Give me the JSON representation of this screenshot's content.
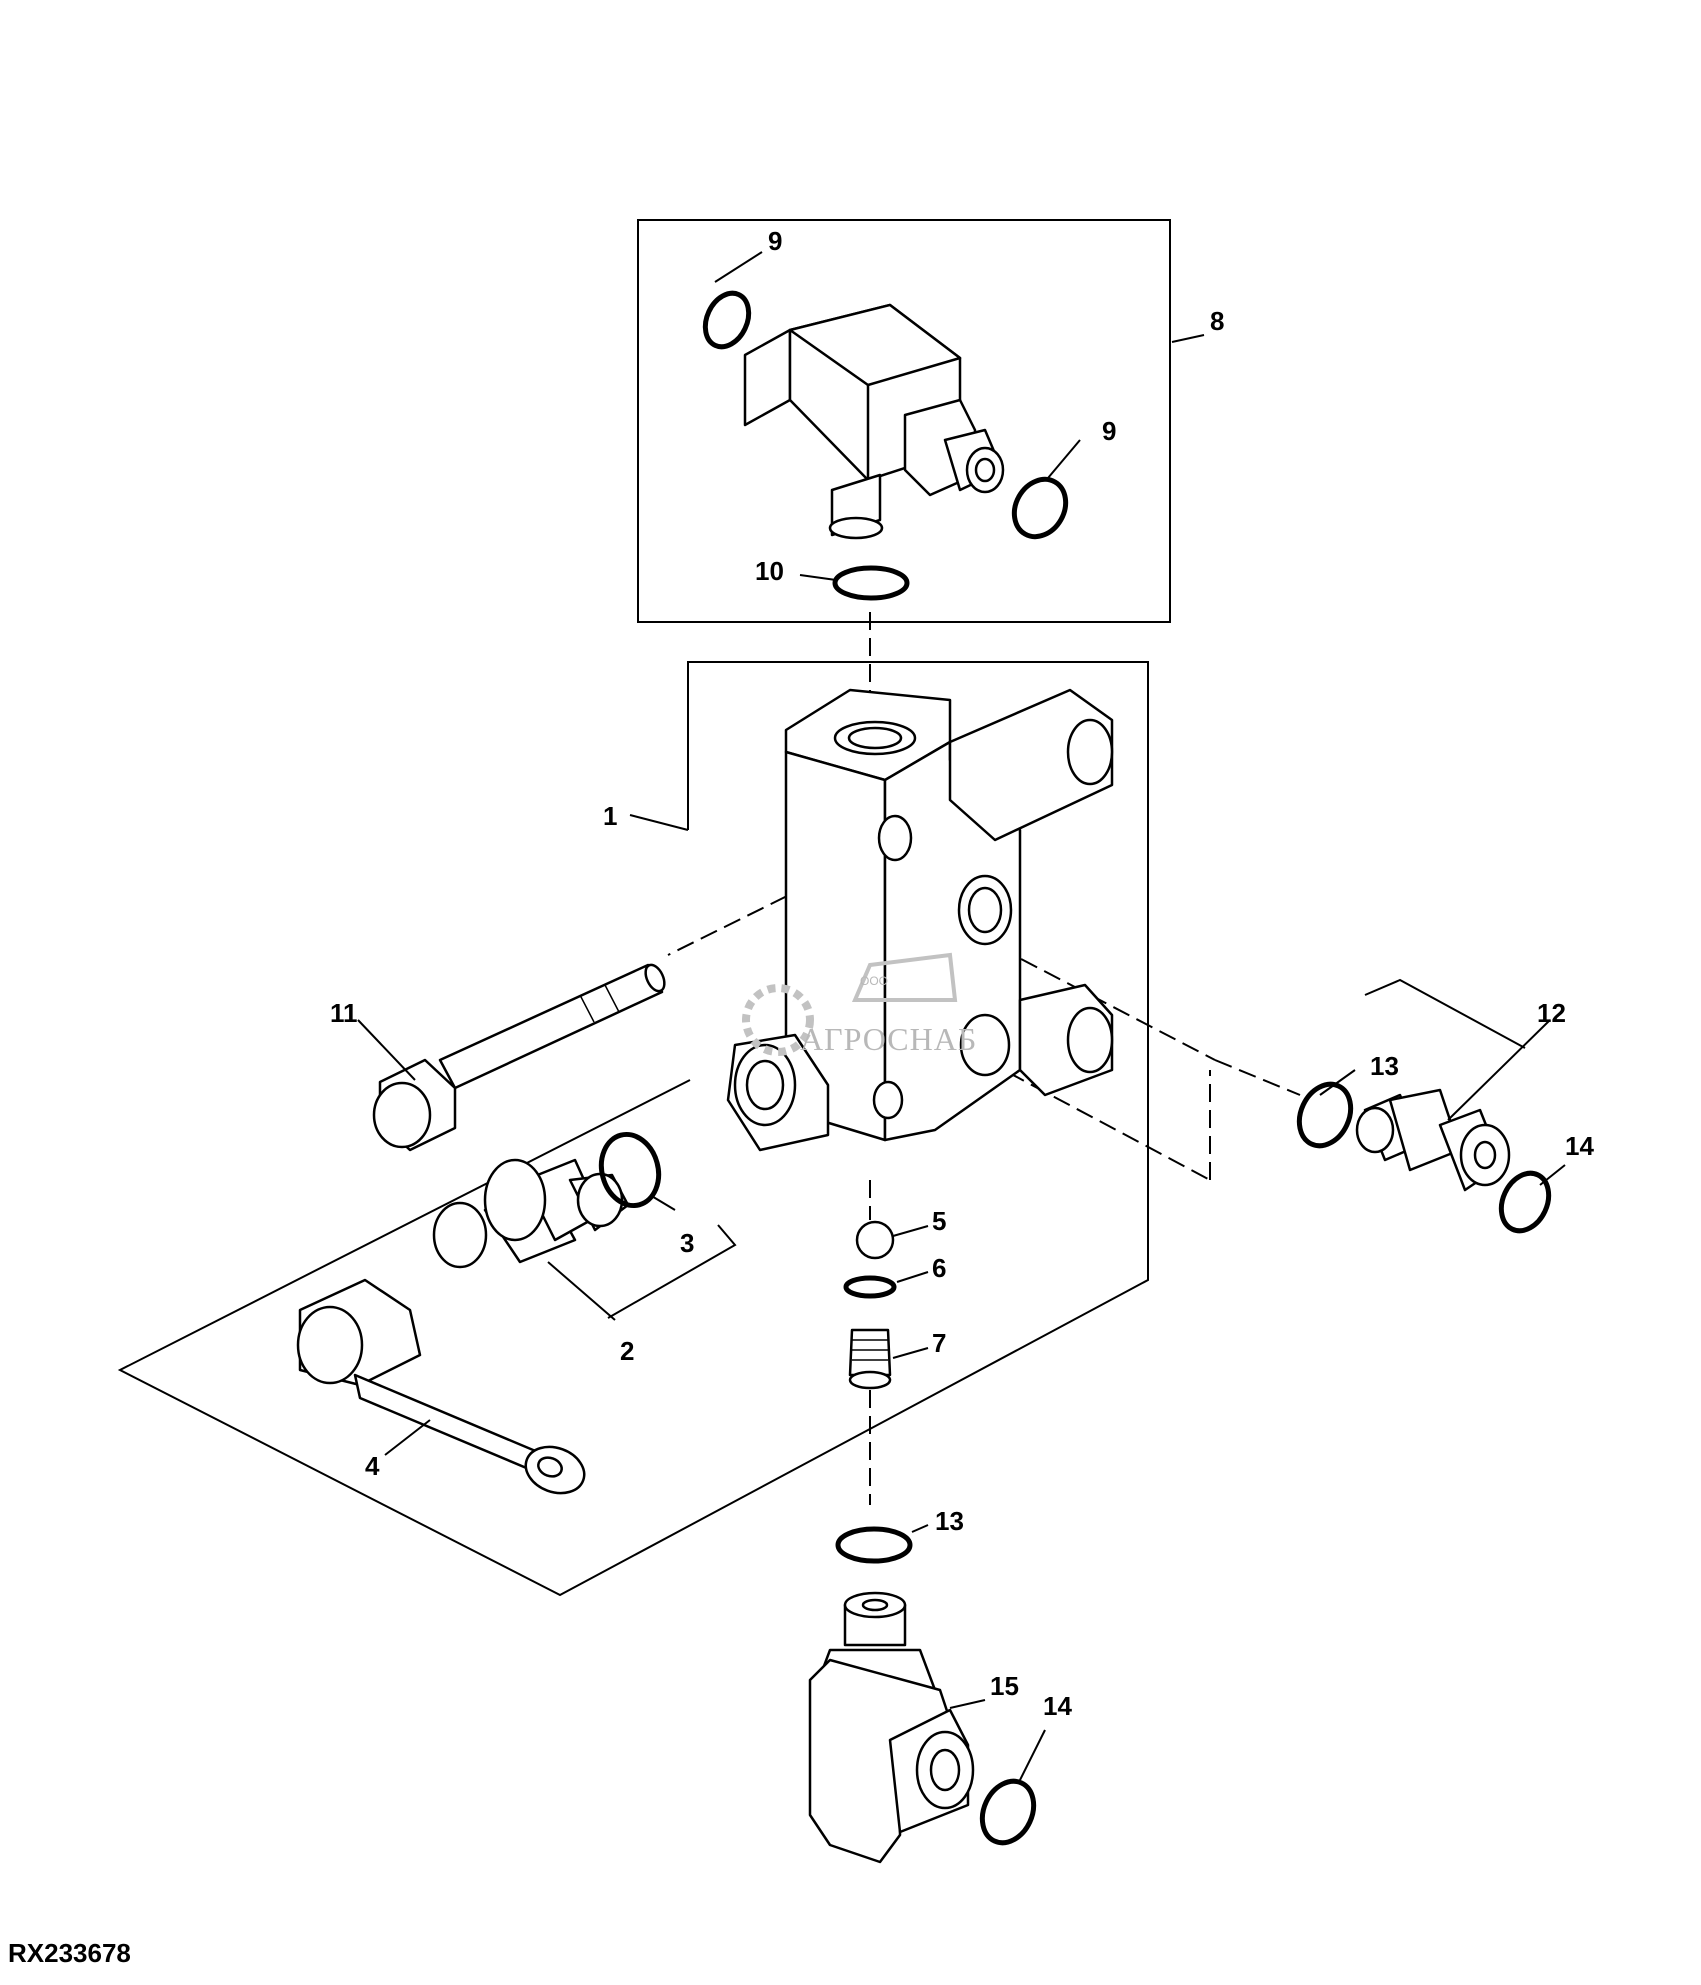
{
  "figure_id": "RX233678",
  "watermark": {
    "brand": "АГРОСНАБ",
    "prefix": "ООО"
  },
  "callouts": {
    "c1": "1",
    "c2": "2",
    "c3": "3",
    "c4": "4",
    "c5": "5",
    "c6": "6",
    "c7": "7",
    "c8": "8",
    "c9a": "9",
    "c9b": "9",
    "c10": "10",
    "c11": "11",
    "c12": "12",
    "c13a": "13",
    "c13b": "13",
    "c14a": "14",
    "c14b": "14",
    "c15": "15"
  }
}
